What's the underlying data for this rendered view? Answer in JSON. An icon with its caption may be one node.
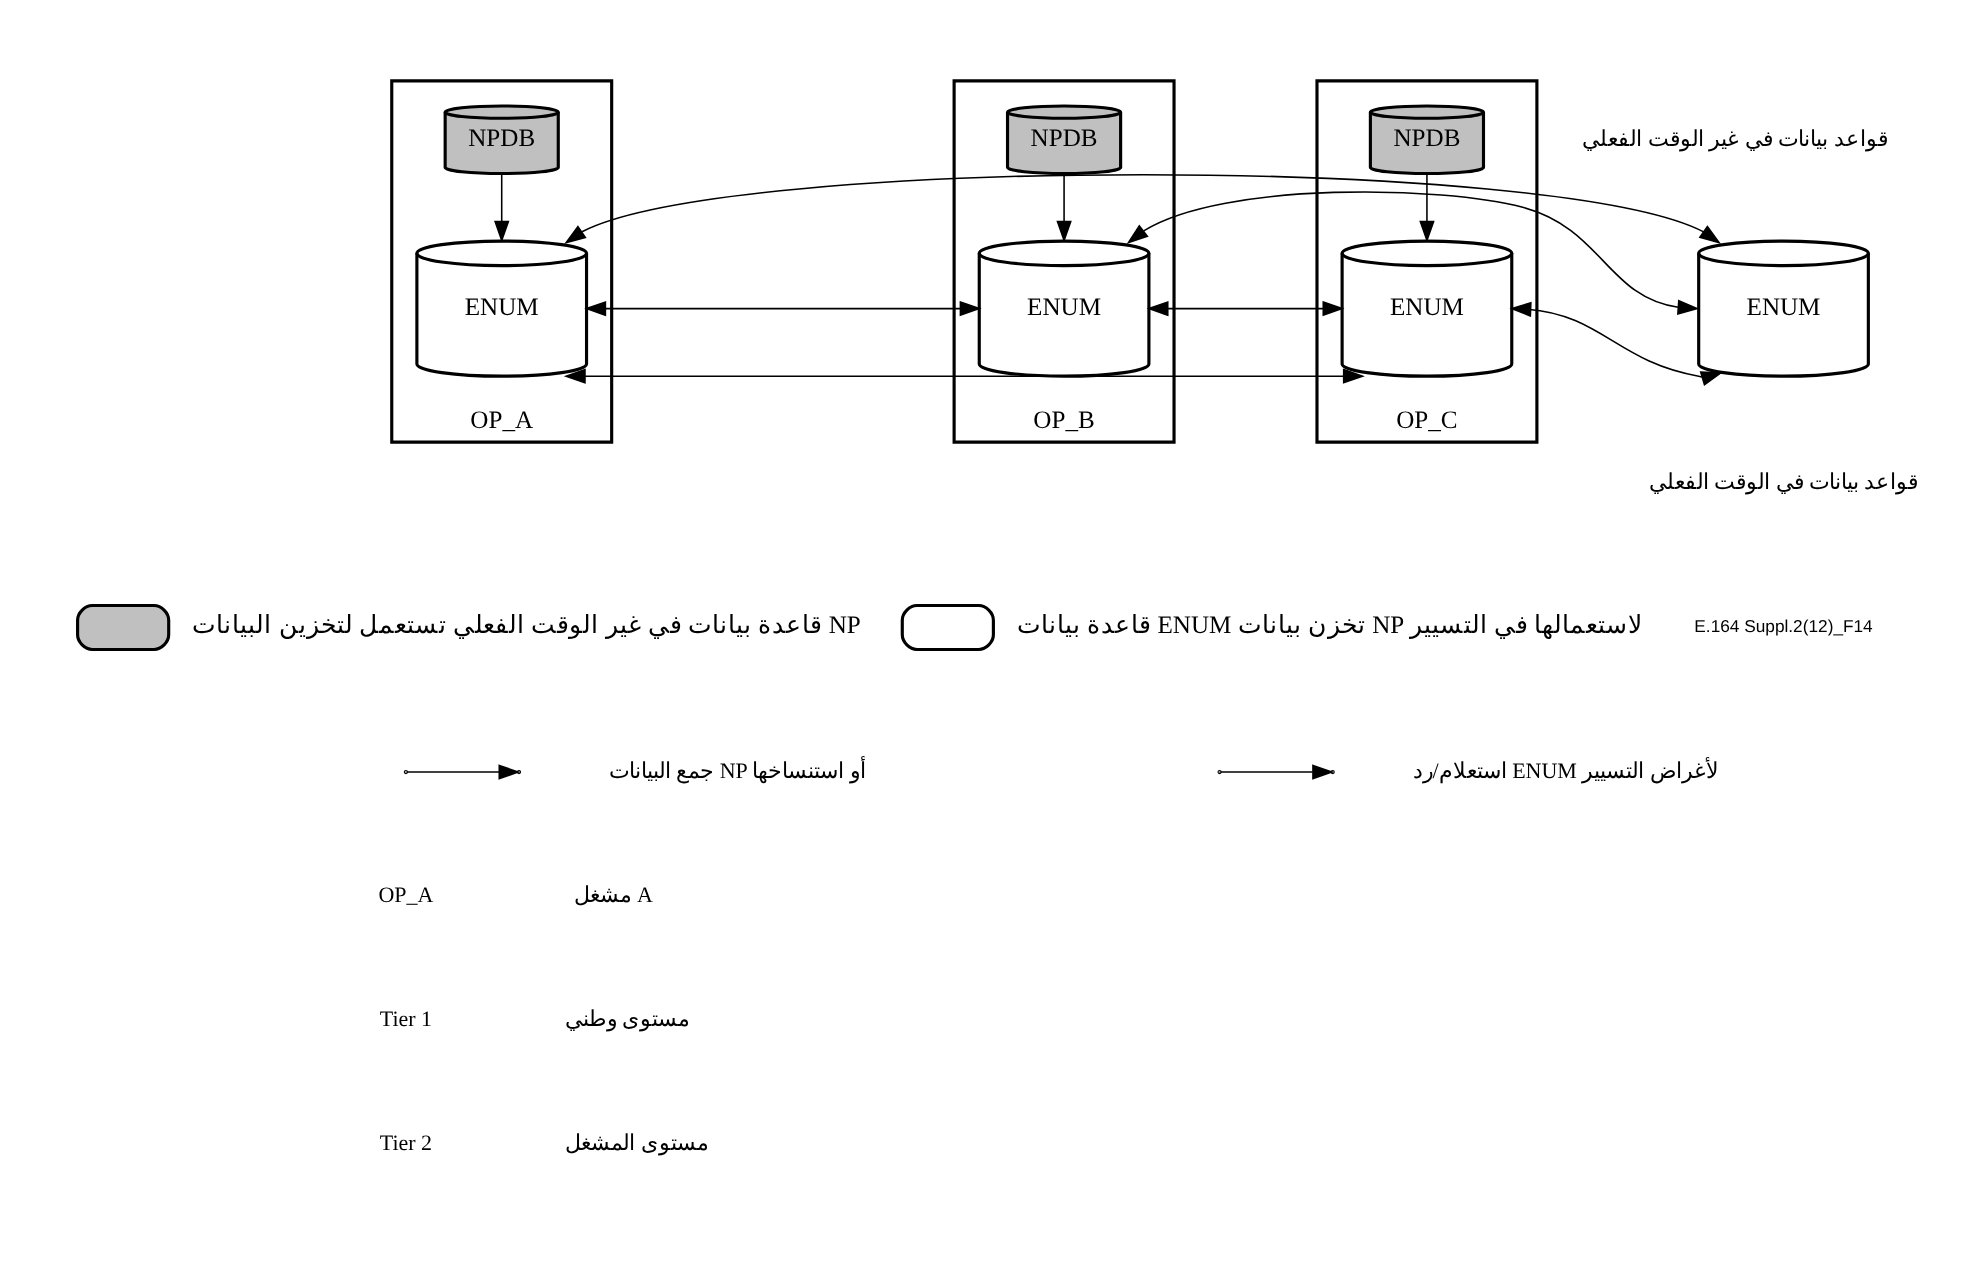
{
  "diagram": {
    "nodes": [
      {
        "text": [
          "OP_A"
        ]
      },
      {
        "text": [
          "NPDB"
        ],
        "in": 0
      },
      {
        "text": [
          "ENUM"
        ],
        "in": 0
      },
      {
        "text": [
          "OP_B"
        ]
      },
      {
        "text": [
          "NPDB"
        ],
        "in": 3
      },
      {
        "text": [
          "ENUM"
        ],
        "in": 3
      },
      {
        "text": [
          "OP_C"
        ]
      },
      {
        "text": [
          "NPDB"
        ],
        "in": 6
      },
      {
        "text": [
          "ENUM"
        ],
        "in": 6
      },
      {
        "text": [
          "ENUM"
        ]
      }
    ],
    "edges": [
      {
        "from": 1,
        "to": 2,
        "arrow": "to"
      },
      {
        "from": 4,
        "to": 5,
        "arrow": "to"
      },
      {
        "from": 7,
        "to": 8,
        "arrow": "to"
      },
      {
        "from": 2,
        "to": 5,
        "arrow": "both"
      },
      {
        "from": 5,
        "to": 8,
        "arrow": "both"
      },
      {
        "from": 2,
        "to": 8,
        "arrow": "both"
      },
      {
        "from": 8,
        "to": 9,
        "arrow": "both"
      },
      {
        "from": 5,
        "to": 9,
        "arrow": "both"
      },
      {
        "from": 2,
        "to": 9,
        "arrow": "both"
      }
    ],
    "labels": [
      "قواعد بيانات في غير الوقت الفعلي",
      "قواعد بيانات في الوقت الفعلي",
      "E.164 Suppl.2(12)_F14",
      "OP_A",
      "مشغل A",
      "Tier 1",
      "مستوى وطني",
      "Tier 2",
      "مستوى المشغل"
    ],
    "legend": [
      {
        "text": "قاعدة بيانات في غير الوقت الفعلي تستعمل لتخزين البيانات NP"
      },
      {
        "text": "قاعدة بيانات ENUM تخزن بيانات NP لاستعمالها في التسيير"
      },
      {
        "text": "جمع البيانات NP أو استنساخها"
      },
      {
        "text": "استعلام/رد ENUM لأغراض التسيير"
      }
    ]
  }
}
